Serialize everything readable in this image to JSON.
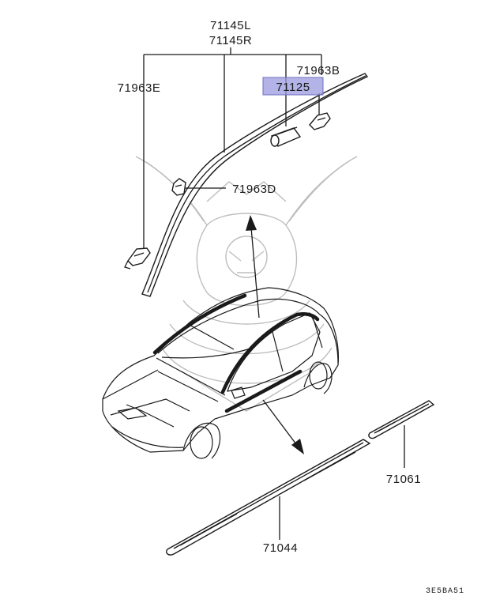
{
  "diagram": {
    "labels": {
      "part_71145L": "71145L",
      "part_71145R": "71145R",
      "part_71963B": "71963B",
      "part_71125": "71125",
      "part_71963E": "71963E",
      "part_71963D": "71963D",
      "part_71061": "71061",
      "part_71044": "71044"
    },
    "highlight_color": "#9a9adf",
    "diagram_code": "3E5BA51"
  }
}
